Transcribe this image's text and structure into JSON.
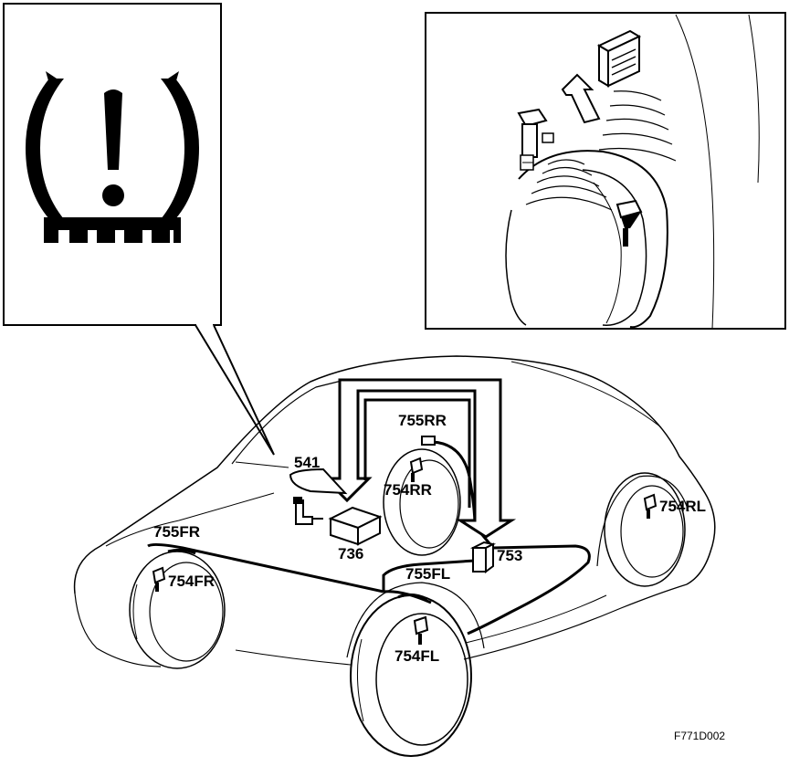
{
  "figure_code": "F771D002",
  "colors": {
    "ink": "#000000",
    "paper": "#ffffff"
  },
  "insets": {
    "warning_lamp": {
      "icon": "tire-pressure-warning-icon"
    },
    "sensor_detail": {
      "icons": [
        "receiver-module-icon",
        "wheel-sensor-icon",
        "valve-sensor-icon"
      ]
    }
  },
  "labels": {
    "c541": "541",
    "c755RR": "755RR",
    "c754RR": "754RR",
    "c754RL": "754RL",
    "c736": "736",
    "c753": "753",
    "c755FR": "755FR",
    "c754FR": "754FR",
    "c755FL": "755FL",
    "c754FL": "754FL"
  }
}
